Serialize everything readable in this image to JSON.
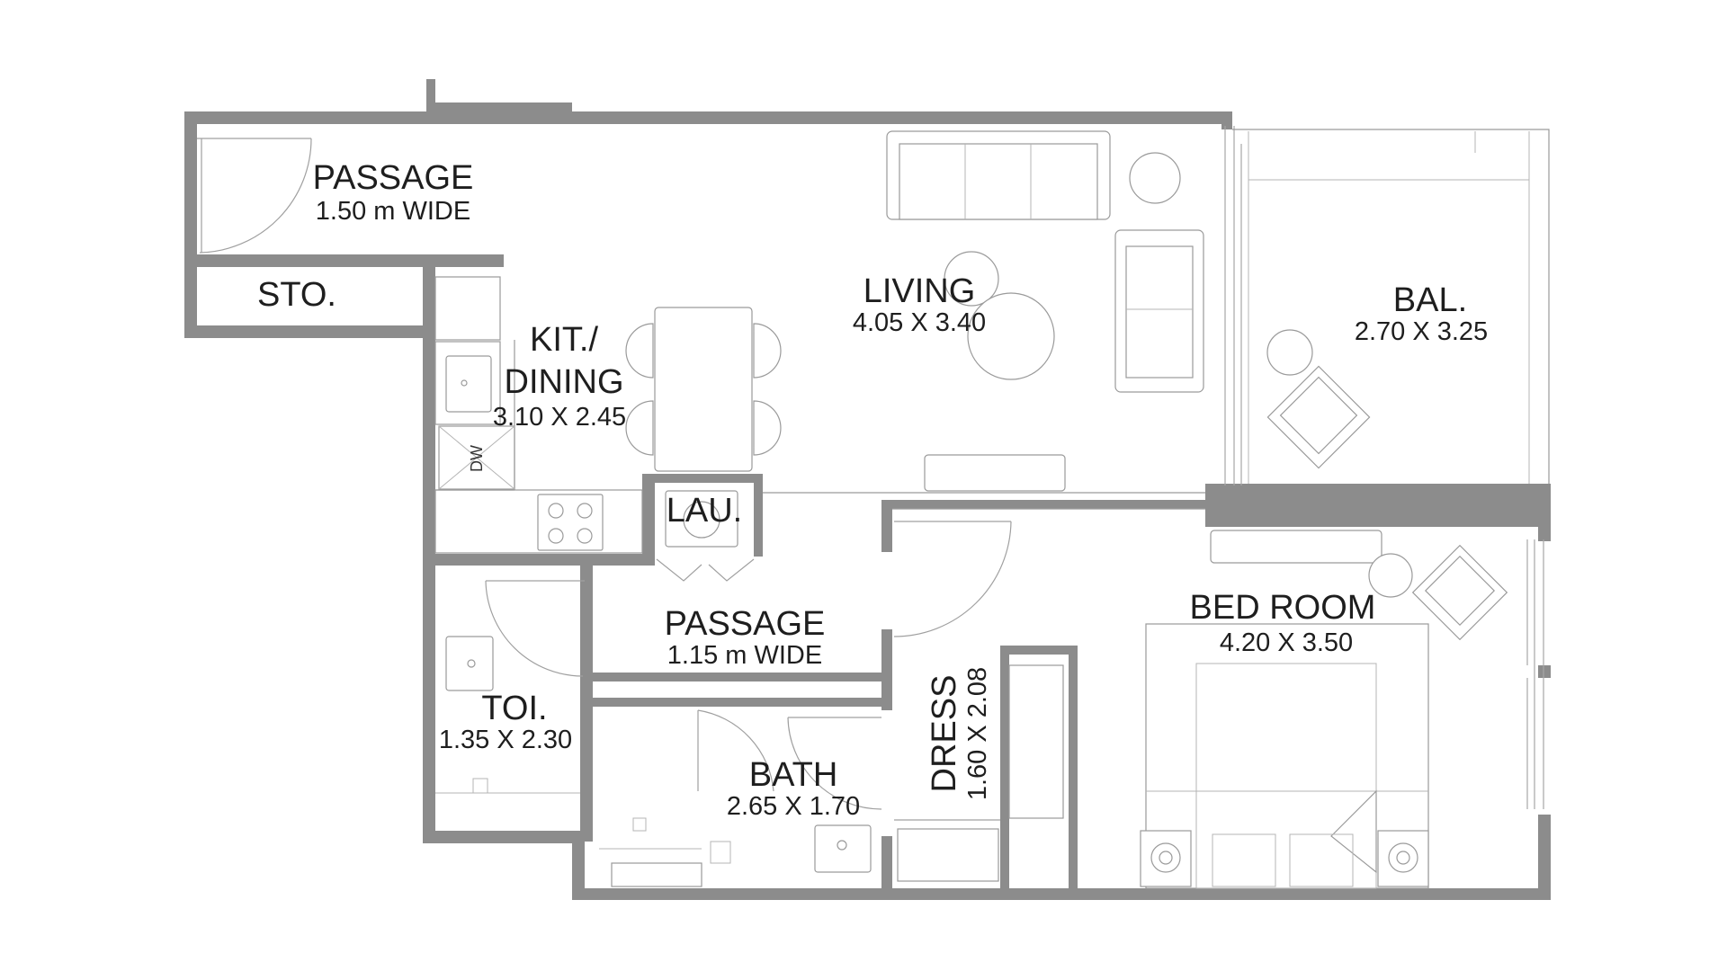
{
  "plan": {
    "rooms": {
      "passage_top": {
        "name": "PASSAGE",
        "dim": "1.50 m WIDE"
      },
      "storage": {
        "name": "STO."
      },
      "kitchen": {
        "name_line1": "KIT./",
        "name_line2": "DINING",
        "dim": "3.10 X 2.45"
      },
      "living": {
        "name": "LIVING",
        "dim": "4.05 X 3.40"
      },
      "balcony": {
        "name": "BAL.",
        "dim": "2.70 X 3.25"
      },
      "laundry": {
        "name": "LAU."
      },
      "passage_mid": {
        "name": "PASSAGE",
        "dim": "1.15 m WIDE"
      },
      "toilet": {
        "name": "TOI.",
        "dim": "1.35 X 2.30"
      },
      "bath": {
        "name": "BATH",
        "dim": "2.65 X 1.70"
      },
      "dress": {
        "name": "DRESS",
        "dim": "1.60 X 2.08"
      },
      "bedroom": {
        "name": "BED ROOM",
        "dim": "4.20 X 3.50"
      }
    },
    "fixtures": {
      "dishwasher": "DW"
    },
    "colors": {
      "wall": "#8c8c8c",
      "line": "#9a9a9a",
      "text": "#1e1e1e"
    }
  }
}
